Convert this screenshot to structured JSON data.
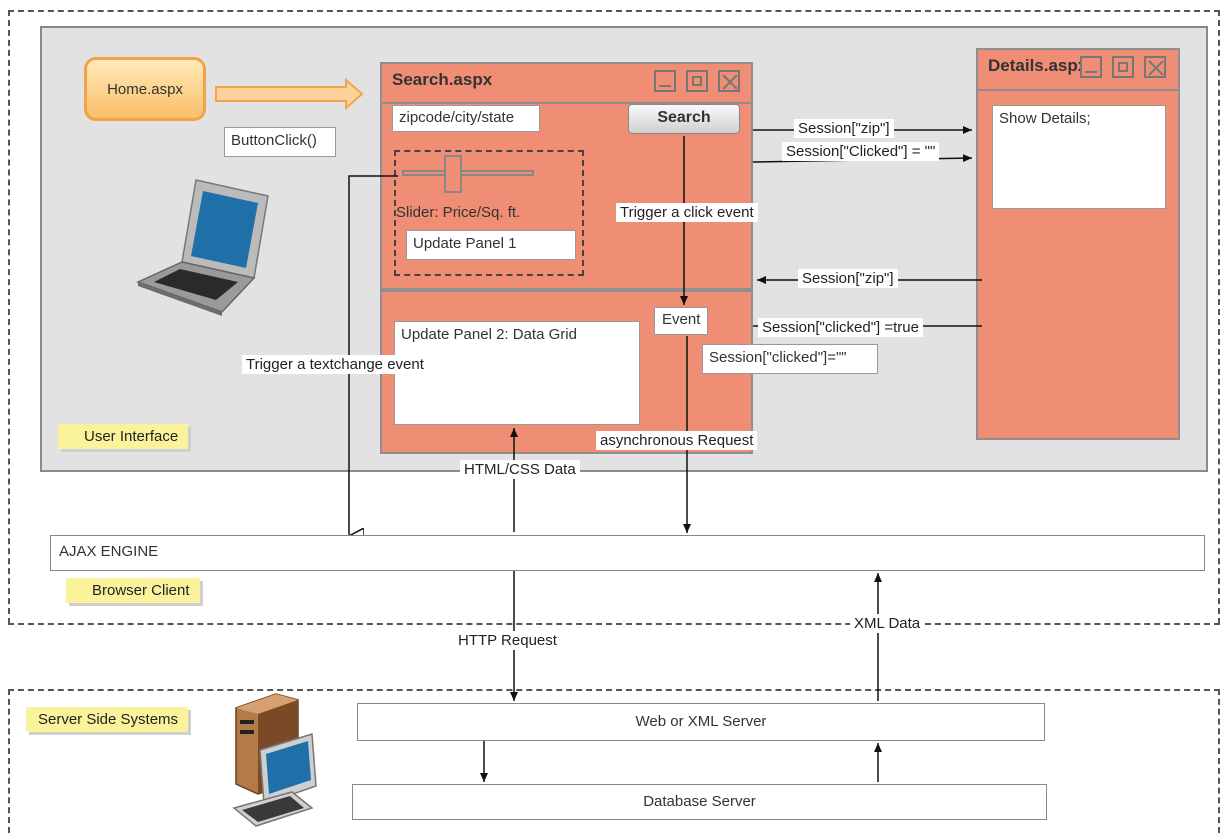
{
  "windows": {
    "search": {
      "title": "Search.aspx",
      "input_value": "zipcode/city/state",
      "button": "Search",
      "slider_label": "Slider: Price/Sq. ft.",
      "panel1": "Update Panel 1",
      "panel2": "Update Panel 2: Data Grid",
      "event_label": "Event"
    },
    "details": {
      "title": "Details.aspx",
      "content": "Show Details;"
    }
  },
  "home": {
    "label": "Home.aspx",
    "button_click": "ButtonClick()"
  },
  "labels": {
    "session_zip_out": "Session[\"zip\"]",
    "session_clicked_out": "Session[\"Clicked\"] = \"\"",
    "trigger_click": "Trigger a click event",
    "session_zip_in": "Session[\"zip\"]",
    "session_clicked_true": "Session[\"clicked\"] =true",
    "session_clicked_empty": "Session[\"clicked\"]=\"\"",
    "trigger_textchange": "Trigger a textchange event",
    "async_request": "asynchronous Request",
    "html_css_data": "HTML/CSS Data",
    "http_request": "HTTP Request",
    "xml_data": "XML Data"
  },
  "sections": {
    "user_interface": "User Interface",
    "browser_client": "Browser Client",
    "server_side": "Server Side Systems"
  },
  "layers": {
    "ajax_engine": "AJAX ENGINE",
    "web_server": "Web or XML Server",
    "db_server": "Database Server"
  },
  "colors": {
    "window_fill": "#ef8e74",
    "note_fill": "#fbf39c",
    "panel_fill": "#e2e2e2",
    "home_fill": "#fbbf68"
  },
  "icons": [
    "laptop-icon",
    "desktop-computer-icon"
  ]
}
